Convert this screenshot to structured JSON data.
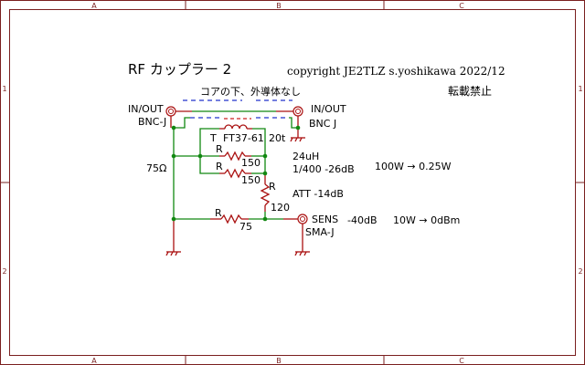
{
  "sheet": {
    "zones_top": [
      "A",
      "B",
      "C"
    ],
    "zones_side": [
      "1",
      "2"
    ],
    "frame_color": "#7a1f1f"
  },
  "title": "RF カップラー 2",
  "copyright": "copyright  JE2TLZ  s.yoshikawa  2022/12",
  "no_reprint": "転載禁止",
  "note_core": "コアの下、外導体なし",
  "connectors": {
    "left_top": "IN/OUT",
    "left_bottom": "BNC-J",
    "right_top": "IN/OUT",
    "right_bottom": "BNC J",
    "sens_top": "SENS",
    "sens_bottom": "SMA-J"
  },
  "transformer": {
    "ref": "T",
    "core": "FT37-61",
    "turns": "20t"
  },
  "impedance": "75Ω",
  "resistors": [
    {
      "ref": "R",
      "value": "150"
    },
    {
      "ref": "R",
      "value": "150"
    },
    {
      "ref": "R",
      "value": "120"
    },
    {
      "ref": "R",
      "value": "75"
    }
  ],
  "notes": {
    "inductance": "24uH",
    "ratio": "1/400 -26dB",
    "att": "ATT  -14dB",
    "total": "-40dB",
    "power1": "100W → 0.25W",
    "power2": "10W → 0dBm"
  }
}
